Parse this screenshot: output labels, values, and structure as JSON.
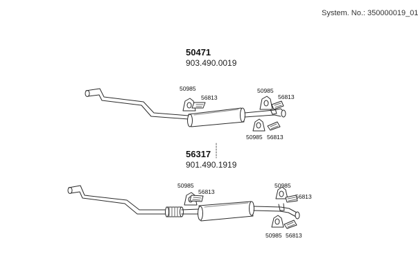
{
  "header": {
    "system_label": "System. No.: 350000019_01"
  },
  "assembly_1": {
    "part_number": "50471",
    "code": "903.490.0019",
    "labels": [
      "50985",
      "56813",
      "50985",
      "56813",
      "50985",
      "56813"
    ]
  },
  "assembly_2": {
    "part_number": "56317",
    "code": "901.490.1919",
    "labels": [
      "50985",
      "56813",
      "50985",
      "56813",
      "50985",
      "56813"
    ]
  }
}
